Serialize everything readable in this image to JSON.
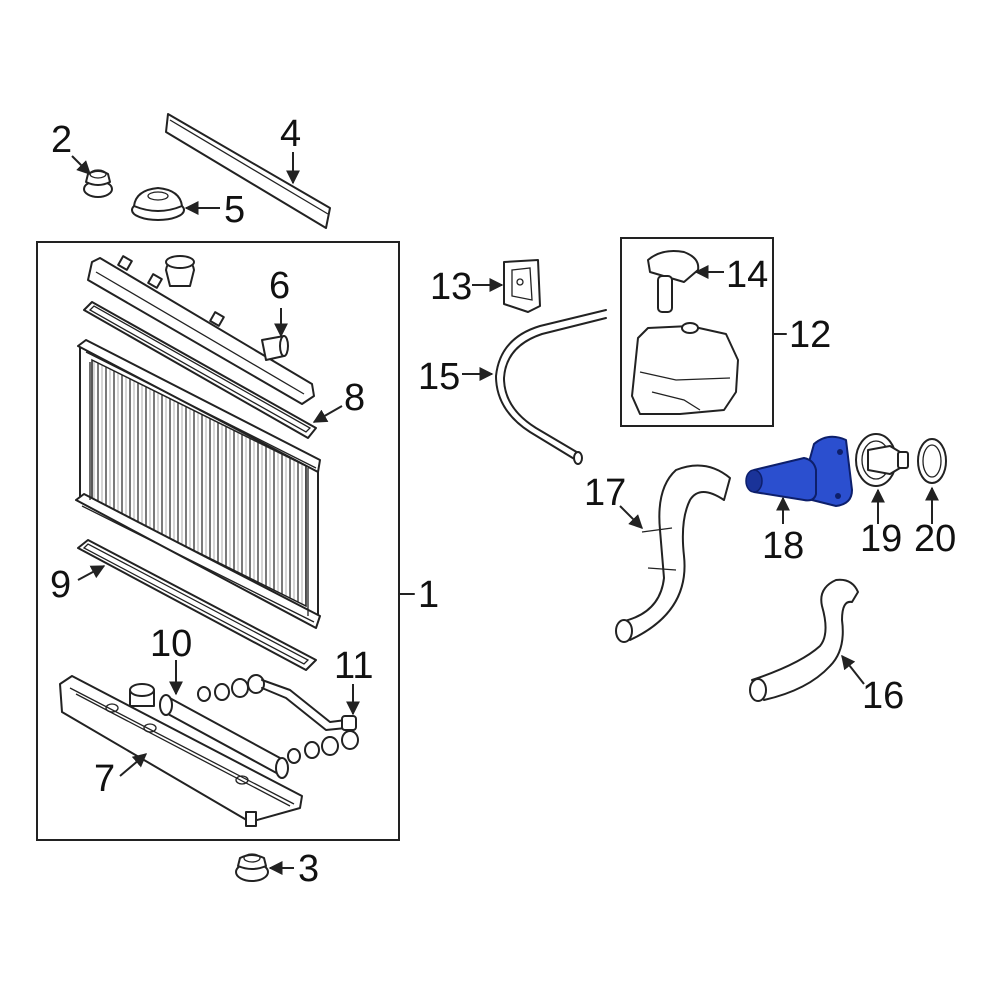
{
  "diagram": {
    "callouts": {
      "c1": "1",
      "c2": "2",
      "c3": "3",
      "c4": "4",
      "c5": "5",
      "c6": "6",
      "c7": "7",
      "c8": "8",
      "c9": "9",
      "c10": "10",
      "c11": "11",
      "c12": "12",
      "c13": "13",
      "c14": "14",
      "c15": "15",
      "c16": "16",
      "c17": "17",
      "c18": "18",
      "c19": "19",
      "c20": "20"
    },
    "highlighted_part": "18",
    "highlight_color": "#2b4fcf"
  }
}
